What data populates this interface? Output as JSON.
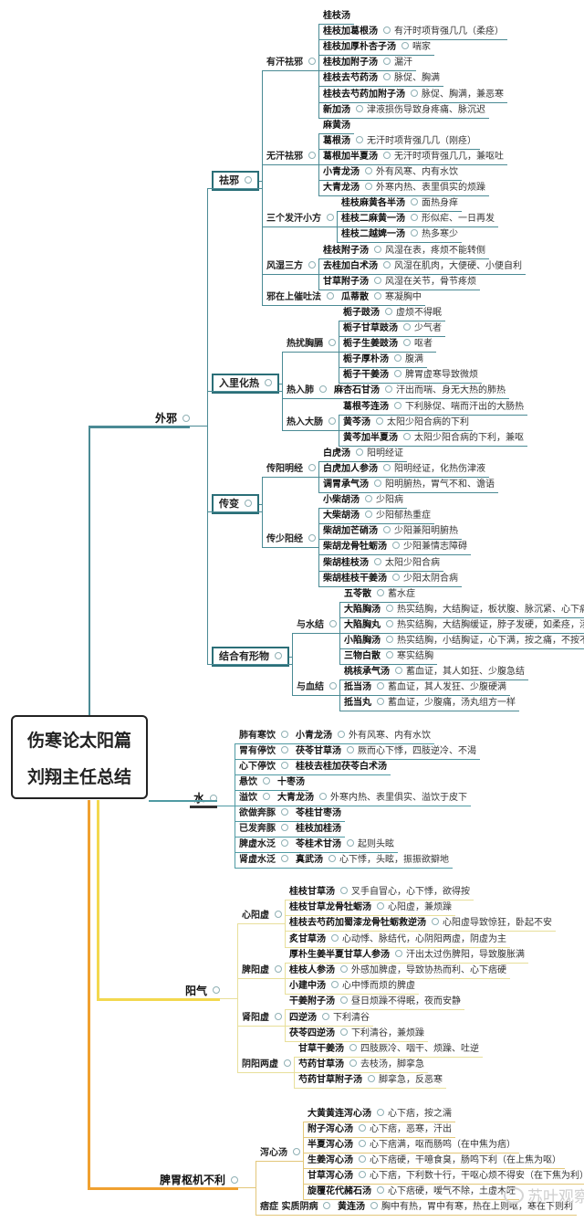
{
  "root": {
    "line1": "伤寒论太阳篇",
    "line2": "刘翔主任总结"
  },
  "colors": {
    "waixie": "#4a8a94",
    "shui": "#4f9aa3",
    "yangqi": "#e8df9a",
    "piwei": "#e3c77a",
    "box_border": "#2b6f78",
    "trunk_orange": "#f0a030",
    "trunk_yellow": "#f3d84e"
  },
  "watermark": {
    "text": "苏叶观察",
    "icon": "wechat-icon"
  },
  "groups": [
    {
      "label": "外邪",
      "children": [
        {
          "label": "祛邪",
          "children": [
            {
              "label": "有汗祛邪",
              "children": [
                {
                  "formula": "桂枝汤"
                },
                {
                  "formula": "桂枝加葛根汤",
                  "desc": "有汗时项背强几几（柔痉）"
                },
                {
                  "formula": "桂枝加厚朴杏子汤",
                  "desc": "喘家"
                },
                {
                  "formula": "桂枝加附子汤",
                  "desc": "漏汗"
                },
                {
                  "formula": "桂枝去芍药汤",
                  "desc": "脉促、胸满"
                },
                {
                  "formula": "桂枝去芍药加附子汤",
                  "desc": "脉促、胸满，兼恶寒"
                },
                {
                  "formula": "新加汤",
                  "desc": "津液损伤导致身疼痛、脉沉迟"
                }
              ]
            },
            {
              "label": "无汗祛邪",
              "children": [
                {
                  "formula": "麻黄汤"
                },
                {
                  "formula": "葛根汤",
                  "desc": "无汗时项背强几几（刚痉）"
                },
                {
                  "formula": "葛根加半夏汤",
                  "desc": "无汗时项背强几几，兼呕吐"
                },
                {
                  "formula": "小青龙汤",
                  "desc": "外有风寒、内有水饮"
                },
                {
                  "formula": "大青龙汤",
                  "desc": "外寒内热、表里俱实的烦躁"
                }
              ]
            },
            {
              "label": "三个发汗小方",
              "children": [
                {
                  "formula": "桂枝麻黄各半汤",
                  "desc": "面热身痒"
                },
                {
                  "formula": "桂枝二麻黄一汤",
                  "desc": "形似疟、一日再发"
                },
                {
                  "formula": "桂枝二越婢一汤",
                  "desc": "热多寒少"
                }
              ]
            },
            {
              "label": "风湿三方",
              "children": [
                {
                  "formula": "桂枝附子汤",
                  "desc": "风湿在表，疼烦不能转侧"
                },
                {
                  "formula": "去桂加白术汤",
                  "desc": "风湿在肌肉，大便硬、小便自利"
                },
                {
                  "formula": "甘草附子汤",
                  "desc": "风湿在关节，骨节疼烦"
                }
              ]
            },
            {
              "label": "邪在上催吐法",
              "children": [
                {
                  "formula": "瓜蒂散",
                  "desc": "寒凝胸中"
                }
              ]
            }
          ]
        },
        {
          "label": "入里化热",
          "children": [
            {
              "label": "热扰胸膈",
              "children": [
                {
                  "formula": "栀子豉汤",
                  "desc": "虚烦不得眠"
                },
                {
                  "formula": "栀子甘草豉汤",
                  "desc": "少气者"
                },
                {
                  "formula": "栀子生姜豉汤",
                  "desc": "呕者"
                },
                {
                  "formula": "栀子厚朴汤",
                  "desc": "腹满"
                },
                {
                  "formula": "栀子干姜汤",
                  "desc": "脾胃虚寒导致微烦"
                }
              ]
            },
            {
              "label": "热入肺",
              "children": [
                {
                  "formula": "麻杏石甘汤",
                  "desc": "汗出而喘、身无大热的肺热"
                }
              ]
            },
            {
              "label": "热入大肠",
              "children": [
                {
                  "formula": "葛根芩连汤",
                  "desc": "下利脉促、喘而汗出的大肠热"
                },
                {
                  "formula": "黄芩汤",
                  "desc": "太阳少阳合病的下利"
                },
                {
                  "formula": "黄芩加半夏汤",
                  "desc": "太阳少阳合病的下利，兼呕"
                }
              ]
            }
          ]
        },
        {
          "label": "传变",
          "children": [
            {
              "label": "传阳明经",
              "children": [
                {
                  "formula": "白虎汤",
                  "desc": "阳明经证"
                },
                {
                  "formula": "白虎加人参汤",
                  "desc": "阳明经证，化热伤津液"
                },
                {
                  "formula": "调胃承气汤",
                  "desc": "阳明腑热，胃气不和、谵语"
                }
              ]
            },
            {
              "label": "传少阳经",
              "children": [
                {
                  "formula": "小柴胡汤",
                  "desc": "少阳病"
                },
                {
                  "formula": "大柴胡汤",
                  "desc": "少阳郁热重症"
                },
                {
                  "formula": "柴胡加芒硝汤",
                  "desc": "少阳兼阳明腑热"
                },
                {
                  "formula": "柴胡龙骨牡蛎汤",
                  "desc": "少阳兼情志障碍"
                },
                {
                  "formula": "柴胡桂枝汤",
                  "desc": "太阳少阳合病"
                },
                {
                  "formula": "柴胡桂枝干姜汤",
                  "desc": "少阳太阴合病"
                }
              ]
            }
          ]
        },
        {
          "label": "结合有形物",
          "children": [
            {
              "label": "与水结",
              "children": [
                {
                  "formula": "五苓散",
                  "desc": "蓄水症"
                },
                {
                  "formula": "大陷胸汤",
                  "desc": "热实结胸，大结胸证，板状腹、脉沉紧、心下痛、按之石硬"
                },
                {
                  "formula": "大陷胸丸",
                  "desc": "热实结胸，大结胸缓证，脖子发硬，如柔痉，汤丸组方不同"
                },
                {
                  "formula": "小陷胸汤",
                  "desc": "热实结胸，小结胸证，心下满，按之痛，不按不痛"
                },
                {
                  "formula": "三物白散",
                  "desc": "寒实结胸"
                }
              ]
            },
            {
              "label": "与血结",
              "children": [
                {
                  "formula": "桃核承气汤",
                  "desc": "蓄血证，其人如狂、少腹急结"
                },
                {
                  "formula": "抵当汤",
                  "desc": "蓄血证，其人发狂、少腹硬满"
                },
                {
                  "formula": "抵当丸",
                  "desc": "蓄血证，少腹痛，汤丸组方一样"
                }
              ]
            }
          ]
        }
      ]
    },
    {
      "label": "水",
      "children": [
        {
          "label": "肺有寒饮",
          "children": [
            {
              "formula": "小青龙汤",
              "desc": "外有风寒、内有水饮"
            }
          ]
        },
        {
          "label": "胃有停饮",
          "children": [
            {
              "formula": "茯苓甘草汤",
              "desc": "厥而心下悸，四肢逆冷、不渴"
            }
          ]
        },
        {
          "label": "心下停饮",
          "children": [
            {
              "formula": "桂枝去桂加茯苓白术汤"
            }
          ]
        },
        {
          "label": "悬饮",
          "children": [
            {
              "formula": "十枣汤"
            }
          ]
        },
        {
          "label": "溢饮",
          "children": [
            {
              "formula": "大青龙汤",
              "desc": "外寒内热、表里俱实、溢饮于皮下"
            }
          ]
        },
        {
          "label": "欲做奔豚",
          "children": [
            {
              "formula": "苓桂甘枣汤"
            }
          ]
        },
        {
          "label": "已发奔豚",
          "children": [
            {
              "formula": "桂枝加桂汤"
            }
          ]
        },
        {
          "label": "脾虚水泛",
          "children": [
            {
              "formula": "苓桂术甘汤",
              "desc": "起则头眩"
            }
          ]
        },
        {
          "label": "肾虚水泛",
          "children": [
            {
              "formula": "真武汤",
              "desc": "心下悸，头眩，振振欲擗地"
            }
          ]
        }
      ]
    },
    {
      "label": "阳气",
      "children": [
        {
          "label": "心阳虚",
          "children": [
            {
              "formula": "桂枝甘草汤",
              "desc": "叉手自冒心，心下悸，欲得按"
            },
            {
              "formula": "桂枝甘草龙骨牡蛎汤",
              "desc": "心阳虚，兼烦躁"
            },
            {
              "formula": "桂枝去芍药加蜀漆龙骨牡蛎救逆汤",
              "desc": "心阳虚导致惊狂，卧起不安"
            },
            {
              "formula": "炙甘草汤",
              "desc": "心动悸、脉结代，心阴阳两虚，阴虚为主"
            }
          ]
        },
        {
          "label": "脾阳虚",
          "children": [
            {
              "formula": "厚朴生姜半夏甘草人参汤",
              "desc": "汗出太过伤脾阳，导致腹胀满"
            },
            {
              "formula": "桂枝人参汤",
              "desc": "外感加脾虚，导致协热而利、心下痞硬"
            },
            {
              "formula": "小建中汤",
              "desc": "心中悸而烦的脾虚"
            }
          ]
        },
        {
          "label": "肾阳虚",
          "children": [
            {
              "formula": "干姜附子汤",
              "desc": "昼日烦躁不得眠，夜而安静"
            },
            {
              "formula": "四逆汤",
              "desc": "下利清谷"
            },
            {
              "formula": "茯苓四逆汤",
              "desc": "下利清谷，兼烦躁"
            }
          ]
        },
        {
          "label": "阴阳两虚",
          "children": [
            {
              "formula": "甘草干姜汤",
              "desc": "四肢厥冷、咽干、烦躁、吐逆"
            },
            {
              "formula": "芍药甘草汤",
              "desc": "去枝汤，脚挛急"
            },
            {
              "formula": "芍药甘草附子汤",
              "desc": "脚挛急，反恶寒"
            }
          ]
        }
      ]
    },
    {
      "label": "脾胃枢机不利",
      "children": [
        {
          "label": "泻心汤",
          "children": [
            {
              "formula": "大黄黄连泻心汤",
              "desc": "心下痞，按之濡"
            },
            {
              "formula": "附子泻心汤",
              "desc": "心下痞，恶寒，汗出"
            },
            {
              "formula": "半夏泻心汤",
              "desc": "心下痞满，呕而肠鸣（在中焦为痞）"
            },
            {
              "formula": "生姜泻心汤",
              "desc": "心下痞硬，干噫食臭，肠鸣下利（在上焦为呕）"
            },
            {
              "formula": "甘草泻心汤",
              "desc": "心下痞，下利数十行，干呕心烦不得安（在下焦为利）"
            },
            {
              "formula": "旋覆花代赭石汤",
              "desc": "心下痞硬，嗳气不除，土虚木旺"
            }
          ]
        },
        {
          "label": "痞症 实质阴病",
          "children": [
            {
              "formula": "黄连汤",
              "desc": "胸中有热，胃中有寒，热在上则呕，寒在下则利"
            }
          ]
        }
      ]
    }
  ]
}
